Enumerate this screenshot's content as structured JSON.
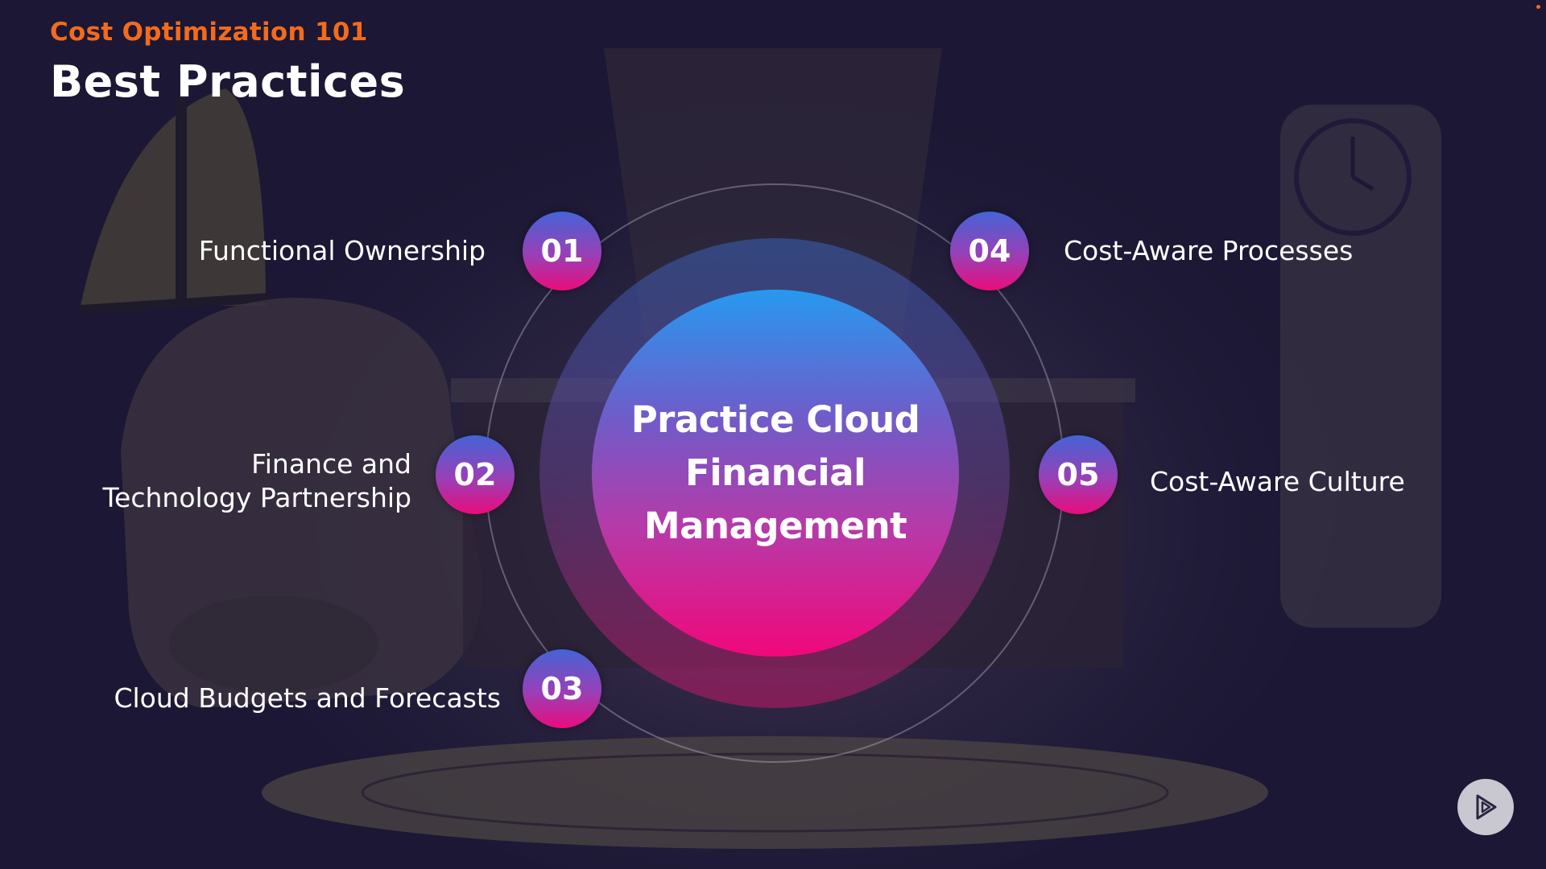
{
  "header": {
    "subtitle": "Cost Optimization 101",
    "title": "Best Practices"
  },
  "center": {
    "line1": "Practice Cloud",
    "line2": "Financial",
    "line3": "Management"
  },
  "nodes": [
    {
      "number": "01",
      "label": "Functional Ownership"
    },
    {
      "number": "02",
      "label_line1": "Finance and",
      "label_line2": "Technology Partnership"
    },
    {
      "number": "03",
      "label": "Cloud Budgets and Forecasts"
    },
    {
      "number": "04",
      "label": "Cost-Aware Processes"
    },
    {
      "number": "05",
      "label": "Cost-Aware Culture"
    }
  ],
  "controls": {
    "play_icon": "play-icon"
  },
  "colors": {
    "background": "#1b1734",
    "accent": "#f26b1d",
    "gradient_top": "#2799f0",
    "gradient_bottom": "#f1087a"
  }
}
